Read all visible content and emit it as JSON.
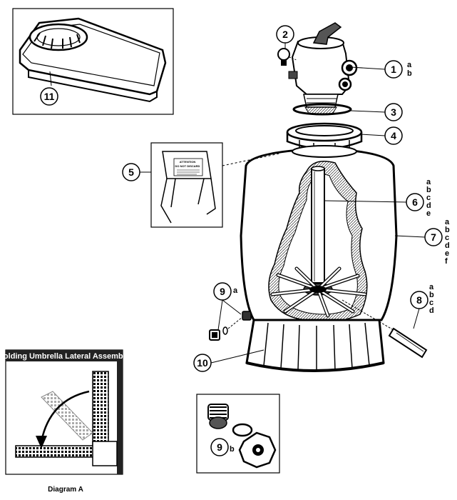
{
  "callouts": [
    {
      "id": "1",
      "sub": [
        "a",
        "b"
      ]
    },
    {
      "id": "2",
      "sub": []
    },
    {
      "id": "3",
      "sub": []
    },
    {
      "id": "4",
      "sub": []
    },
    {
      "id": "5",
      "sub": []
    },
    {
      "id": "6",
      "sub": [
        "a",
        "b",
        "c",
        "d",
        "e"
      ]
    },
    {
      "id": "7",
      "sub": [
        "a",
        "b",
        "c",
        "d",
        "e",
        "f"
      ]
    },
    {
      "id": "8",
      "sub": [
        "a",
        "b",
        "c",
        "d"
      ]
    },
    {
      "id": "9",
      "sub": [
        "a"
      ]
    },
    {
      "id": "9b",
      "label": "9",
      "sub": [
        "b"
      ]
    },
    {
      "id": "10",
      "sub": []
    },
    {
      "id": "11",
      "sub": []
    }
  ],
  "sign": {
    "line1": "ATTENTION",
    "line2": "DO NOT DISCARD"
  },
  "diagram_a": {
    "title": "Folding Umbrella Lateral Assembly",
    "caption": "Diagram A"
  },
  "colors": {
    "ink": "#000000",
    "paper": "#ffffff",
    "title_bar": "#222222",
    "hatch": "#888888"
  }
}
